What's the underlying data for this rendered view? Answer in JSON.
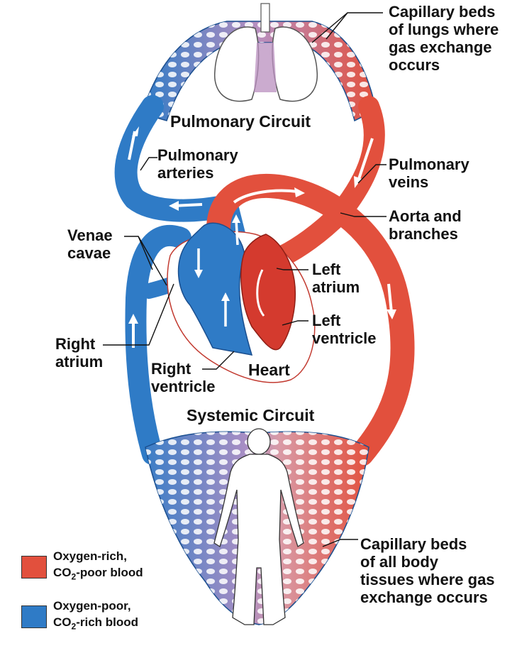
{
  "colors": {
    "oxygen_rich": "#e2503d",
    "oxygen_rich_dark": "#b52a1f",
    "oxygen_poor": "#2f7bc6",
    "oxygen_poor_dark": "#1b4f8f",
    "mixed": "#b98fbf",
    "capillary_pink": "#e69ba3"
  },
  "labels": {
    "capillary_lungs": "Capillary beds\nof lungs where\ngas exchange\noccurs",
    "pulmonary_circuit": "Pulmonary Circuit",
    "pulmonary_arteries": "Pulmonary\narteries",
    "pulmonary_veins": "Pulmonary\nveins",
    "aorta": "Aorta and\nbranches",
    "venae_cavae": "Venae\ncavae",
    "left_atrium": "Left\natrium",
    "left_ventricle": "Left\nventricle",
    "right_atrium": "Right\natrium",
    "right_ventricle": "Right\nventricle",
    "heart": "Heart",
    "systemic_circuit": "Systemic Circuit",
    "capillary_body": "Capillary beds\nof all body\ntissues where gas\nexchange occurs"
  },
  "legend": {
    "oxygen_rich_line1": "Oxygen-rich,",
    "oxygen_rich_line2_pre": "CO",
    "oxygen_rich_line2_sub": "2",
    "oxygen_rich_line2_post": "-poor blood",
    "oxygen_poor_line1": "Oxygen-poor,",
    "oxygen_poor_line2_pre": "CO",
    "oxygen_poor_line2_sub": "2",
    "oxygen_poor_line2_post": "-rich blood"
  }
}
